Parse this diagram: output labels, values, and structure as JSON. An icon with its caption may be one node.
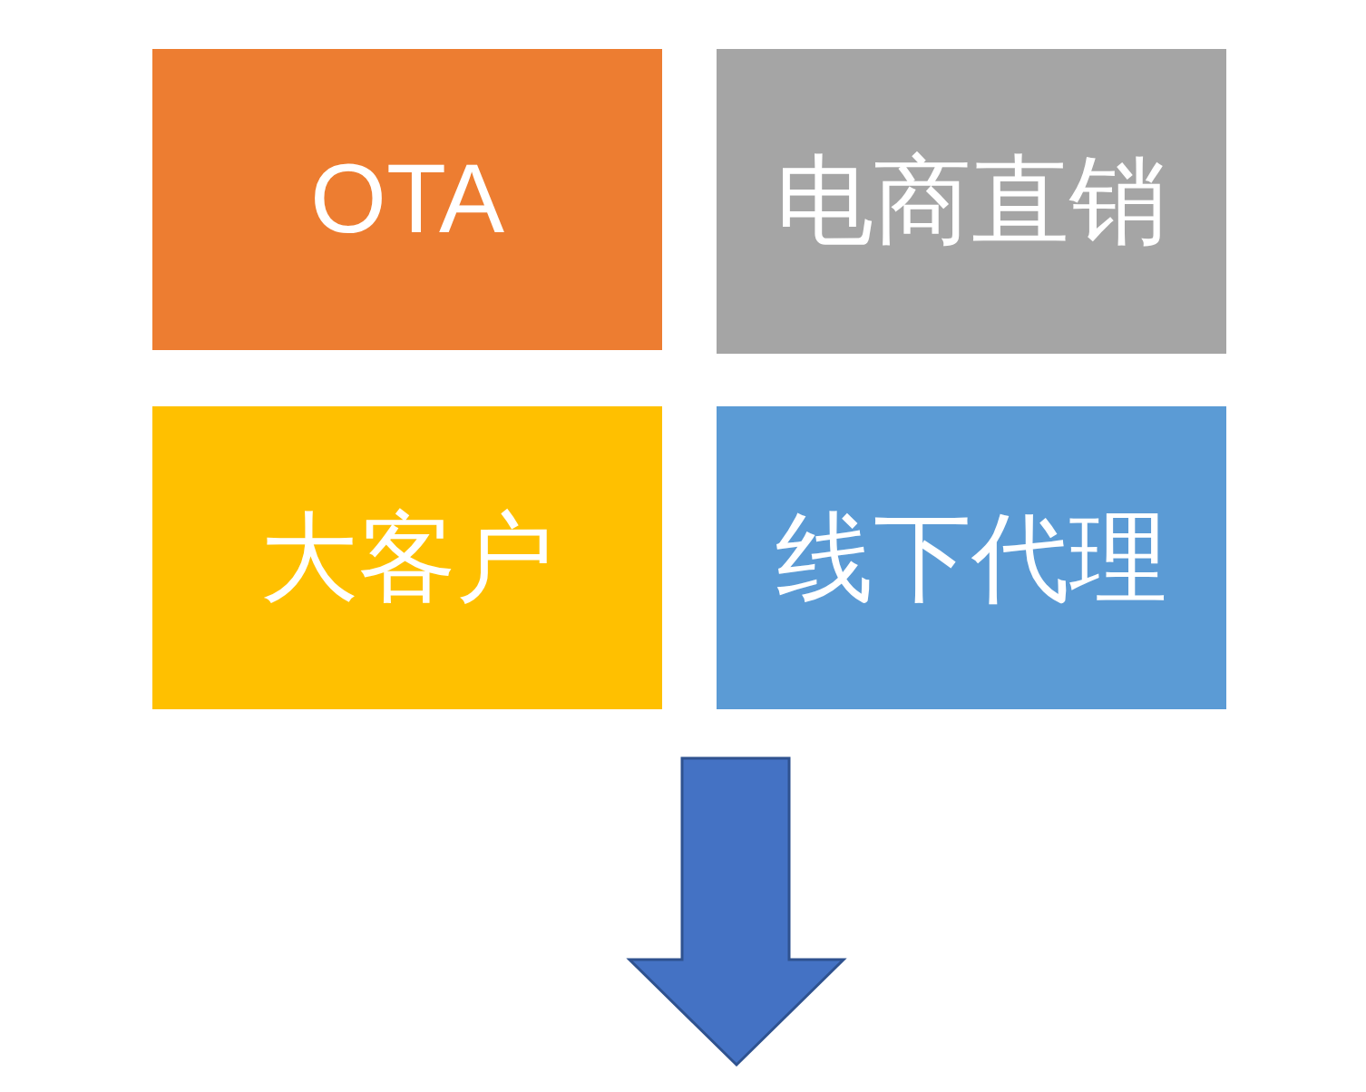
{
  "diagram": {
    "nodes": [
      {
        "text": [
          "OTA"
        ]
      },
      {
        "text": [
          "电商直销"
        ]
      },
      {
        "text": [
          "大客户"
        ]
      },
      {
        "text": [
          "线下代理"
        ]
      }
    ]
  }
}
